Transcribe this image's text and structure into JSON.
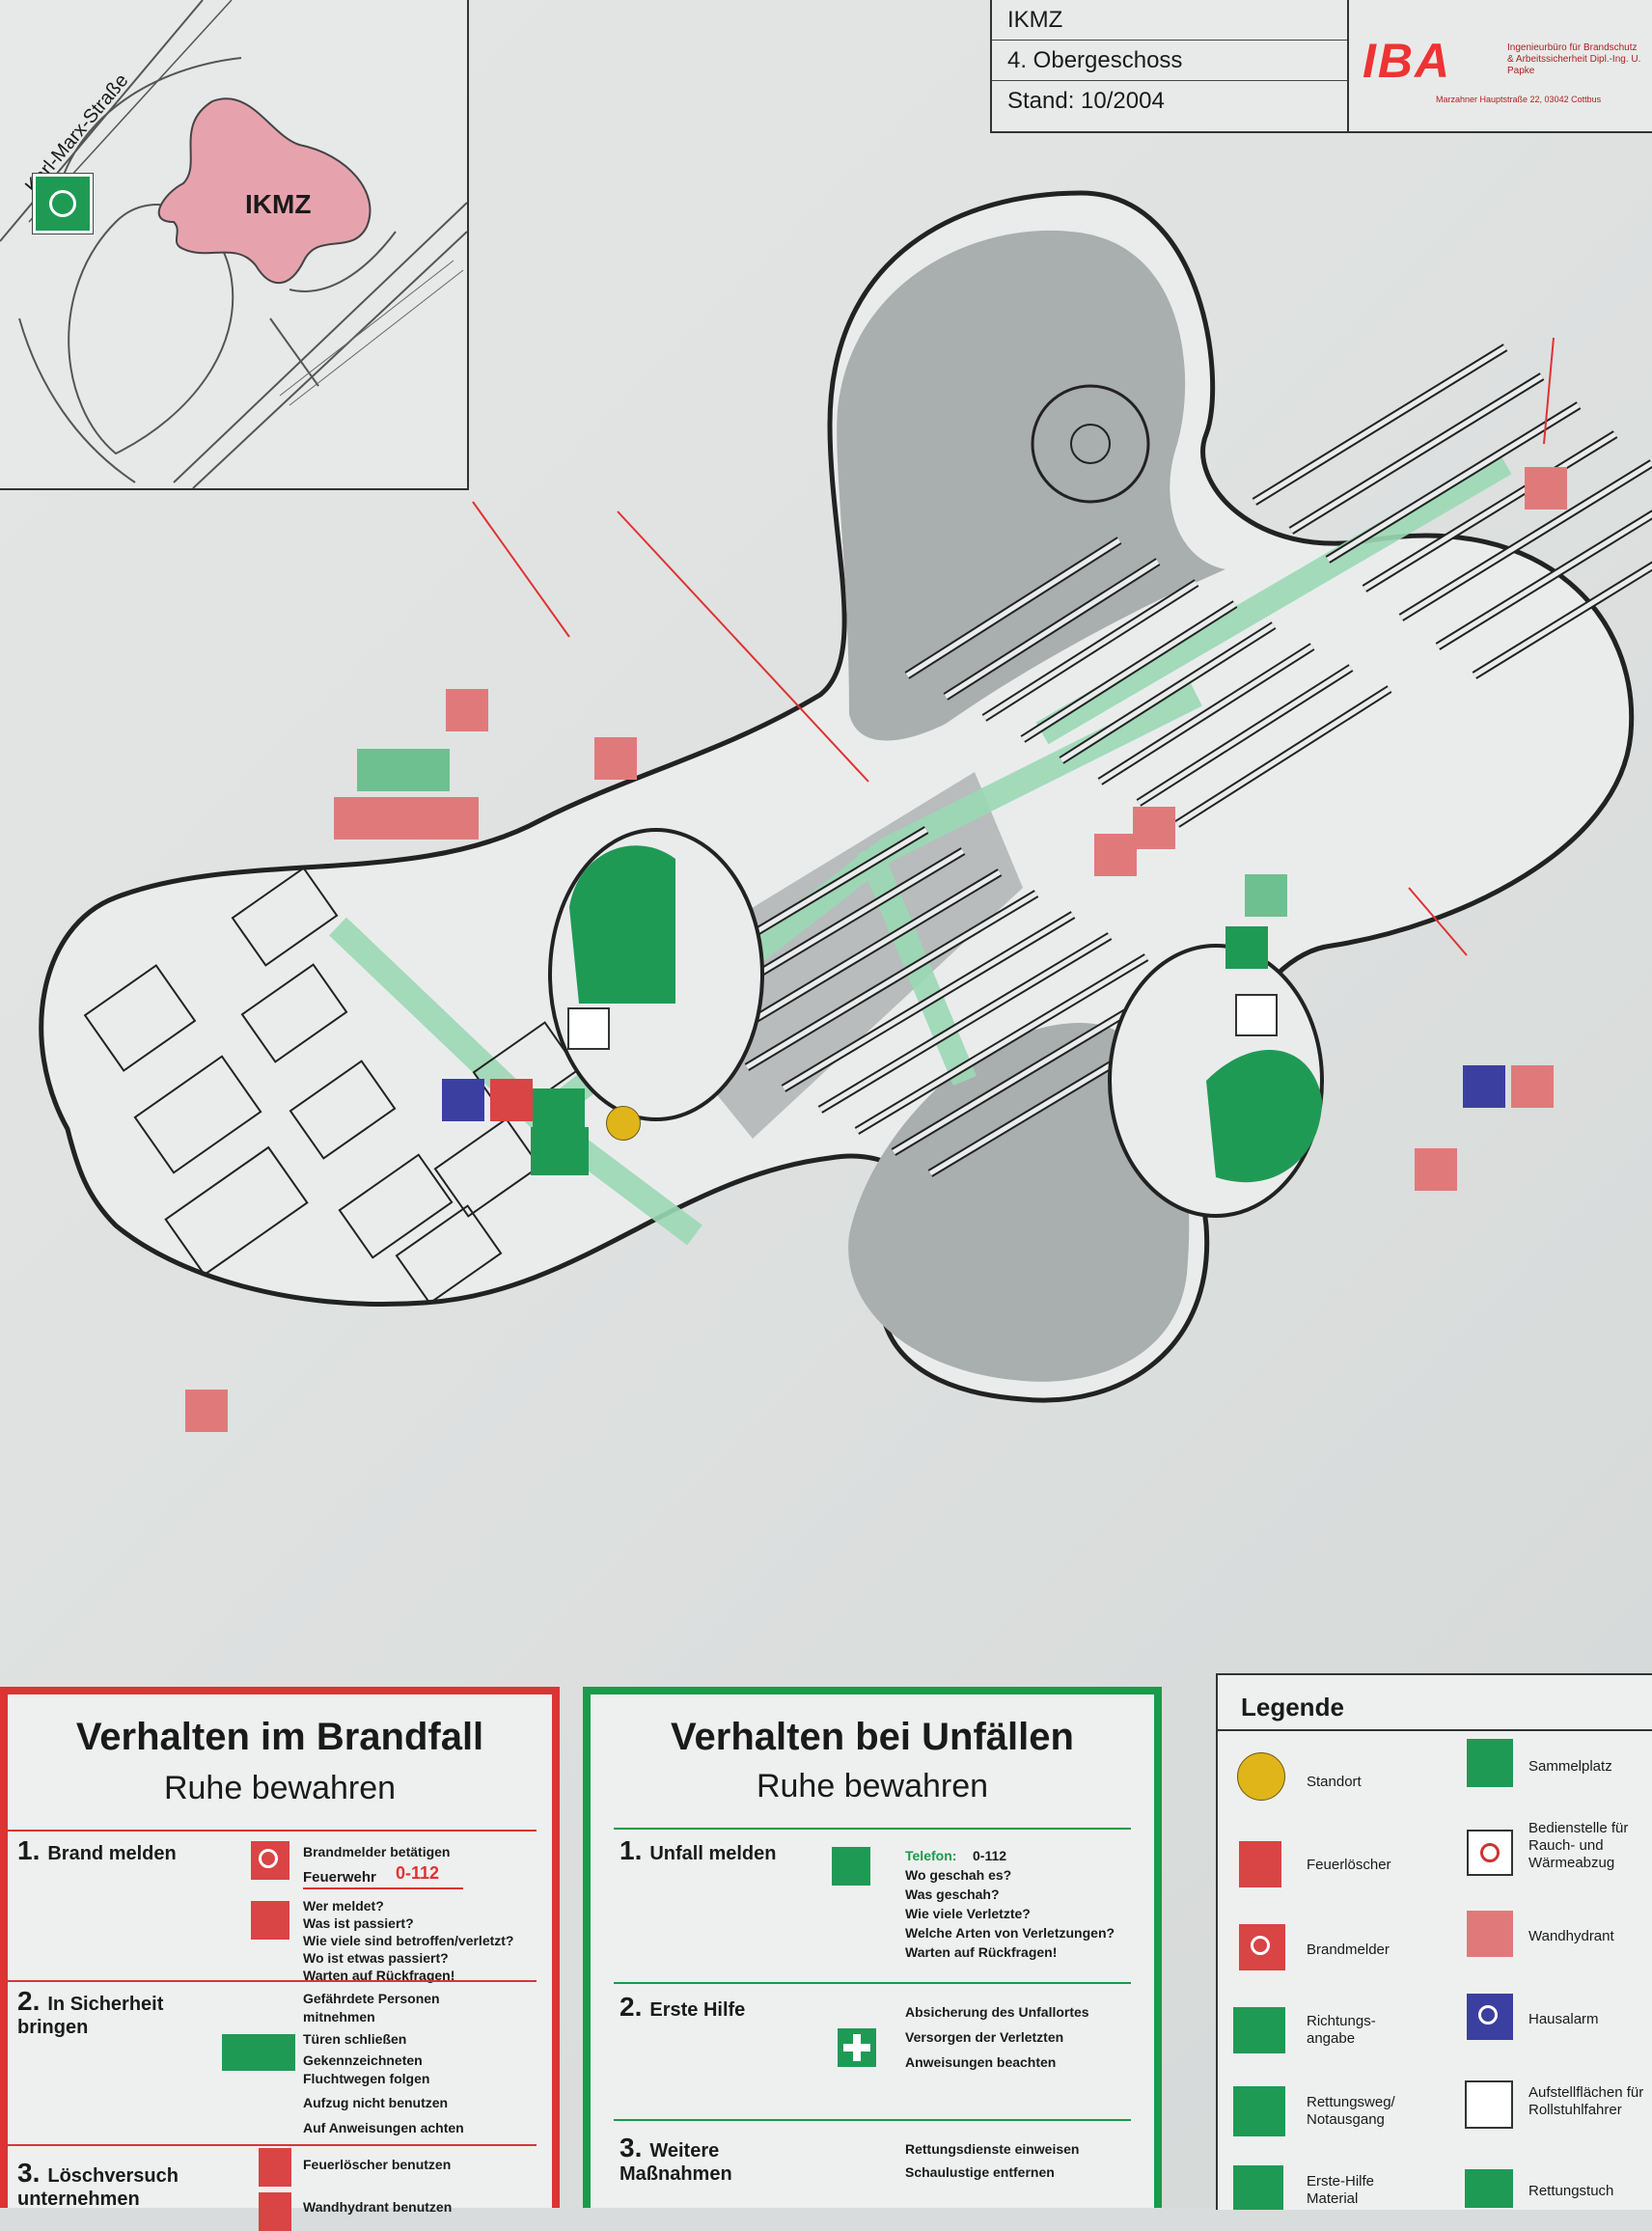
{
  "header": {
    "building": "IKMZ",
    "floor": "4. Obergeschoss",
    "status": "Stand: 10/2004",
    "logo": "IBA",
    "logo_subtitle": "Ingenieurbüro für Brandschutz & Arbeitssicherheit Dipl.-Ing. U. Papke",
    "logo_address": "Marzahner Hauptstraße 22, 03042 Cottbus"
  },
  "site_map": {
    "street": "Karl-Marx-Straße",
    "building_label": "IKMZ"
  },
  "colors": {
    "fire_red": "#d33333",
    "escape_green": "#1a9a4a",
    "alarm_blue": "#3b3fa0",
    "standort_yellow": "#e0b519",
    "building_pink": "#e6a3ae"
  },
  "fire_panel": {
    "title": "Verhalten im Brandfall",
    "subtitle": "Ruhe bewahren",
    "steps": [
      {
        "num": "1.",
        "label": "Brand melden"
      },
      {
        "num": "2.",
        "label": "In Sicherheit bringen"
      },
      {
        "num": "3.",
        "label": "Löschversuch unternehmen"
      }
    ],
    "step1_lines": [
      "Brandmelder betätigen",
      "Feuerwehr",
      "0-112"
    ],
    "step1_call": [
      "Wer meldet?",
      "Was ist passiert?",
      "Wie viele sind betroffen/verletzt?",
      "Wo ist etwas passiert?",
      "Warten auf Rückfragen!"
    ],
    "step2_lines": [
      "Gefährdete Personen mitnehmen",
      "Türen schließen",
      "Gekennzeichneten Fluchtwegen folgen",
      "Aufzug nicht benutzen",
      "Auf Anweisungen achten"
    ],
    "step3_lines": [
      "Feuerlöscher benutzen",
      "Wandhydrant benutzen"
    ]
  },
  "accident_panel": {
    "title": "Verhalten bei Unfällen",
    "subtitle": "Ruhe bewahren",
    "steps": [
      {
        "num": "1.",
        "label": "Unfall melden"
      },
      {
        "num": "2.",
        "label": "Erste Hilfe"
      },
      {
        "num": "3.",
        "label": "Weitere Maßnahmen"
      }
    ],
    "step1_lines": [
      "Telefon:",
      "0-112",
      "Wo geschah es?",
      "Was geschah?",
      "Wie viele Verletzte?",
      "Welche Arten von Verletzungen?",
      "Warten auf Rückfragen!"
    ],
    "step2_lines": [
      "Absicherung des Unfallortes",
      "Versorgen der Verletzten",
      "Anweisungen beachten"
    ],
    "step3_lines": [
      "Rettungsdienste einweisen",
      "Schaulustige entfernen"
    ]
  },
  "legend": {
    "title": "Legende",
    "left": [
      {
        "icon": "location-dot-icon",
        "label": "Standort"
      },
      {
        "icon": "fire-extinguisher-icon",
        "label": "Feuerlöscher"
      },
      {
        "icon": "fire-alarm-icon",
        "label": "Brandmelder"
      },
      {
        "icon": "direction-arrow-icon",
        "label": "Richtungs-angabe"
      },
      {
        "icon": "emergency-exit-icon",
        "label": "Rettungsweg/ Notausgang"
      },
      {
        "icon": "first-aid-icon",
        "label": "Erste-Hilfe Material"
      }
    ],
    "right": [
      {
        "icon": "assembly-point-icon",
        "label": "Sammelplatz"
      },
      {
        "icon": "smoke-vent-control-icon",
        "label": "Bedienstelle für Rauch- und Wärmeabzug"
      },
      {
        "icon": "wall-hydrant-icon",
        "label": "Wandhydrant"
      },
      {
        "icon": "house-alarm-icon",
        "label": "Hausalarm"
      },
      {
        "icon": "wheelchair-area-icon",
        "label": "Aufstellflächen für Rollstuhlfahrer"
      },
      {
        "icon": "rescue-cloth-icon",
        "label": "Rettungstuch"
      }
    ]
  }
}
